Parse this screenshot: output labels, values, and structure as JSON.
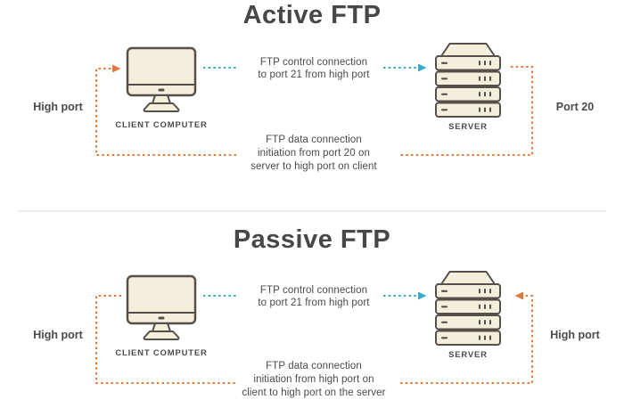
{
  "colors": {
    "accent_orange": "#e0793a",
    "accent_teal": "#3aabc9",
    "text": "#4a4a4a",
    "device_fill": "#f4eedd",
    "device_stroke": "#56504a",
    "divider": "#ececea"
  },
  "sections": [
    {
      "title": "Active FTP",
      "client_label": "CLIENT COMPUTER",
      "server_label": "SERVER",
      "left_port": "High port",
      "right_port": "Port 20",
      "control": {
        "line1": "FTP control connection",
        "line2": "to port 21 from high port"
      },
      "data": {
        "line1": "FTP data connection",
        "line2": "initiation from port 20 on",
        "line3": "server to high port on client"
      }
    },
    {
      "title": "Passive FTP",
      "client_label": "CLIENT COMPUTER",
      "server_label": "SERVER",
      "left_port": "High port",
      "right_port": "High port",
      "control": {
        "line1": "FTP control connection",
        "line2": "to port 21 from high port"
      },
      "data": {
        "line1": "FTP data connection",
        "line2": "initiation from high port on",
        "line3": "client to high port on the server"
      }
    }
  ]
}
